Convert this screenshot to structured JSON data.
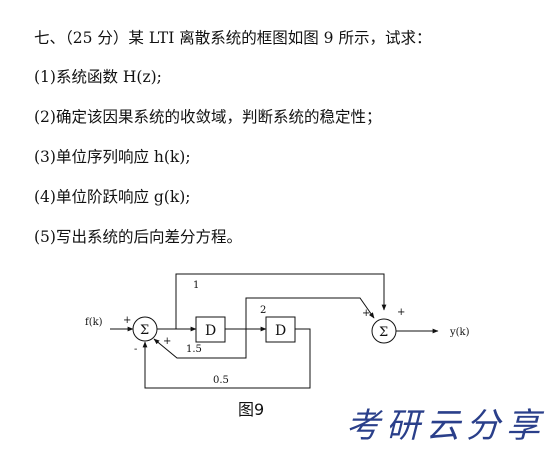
{
  "question": {
    "header": "七、（25 分）某 LTI 离散系统的框图如图 9 所示，试求：",
    "items": [
      "(1)系统函数 H(z);",
      "(2)确定该因果系统的收敛域，判断系统的稳定性；",
      "(3)单位序列响应 h(k);",
      "(4)单位阶跃响应 g(k);",
      "(5)写出系统的后向差分方程。"
    ]
  },
  "diagram": {
    "input_label": "f(k)",
    "output_label": "y(k)",
    "sum_symbol": "Σ",
    "delay_label": "D",
    "gain_top": "1",
    "gain_mid": "2",
    "gain_feedback_1": "1.5",
    "gain_feedback_2": "0.5",
    "sign_plus": "+",
    "sign_minus": "-",
    "caption": "图9"
  },
  "watermark": "考研云分享"
}
